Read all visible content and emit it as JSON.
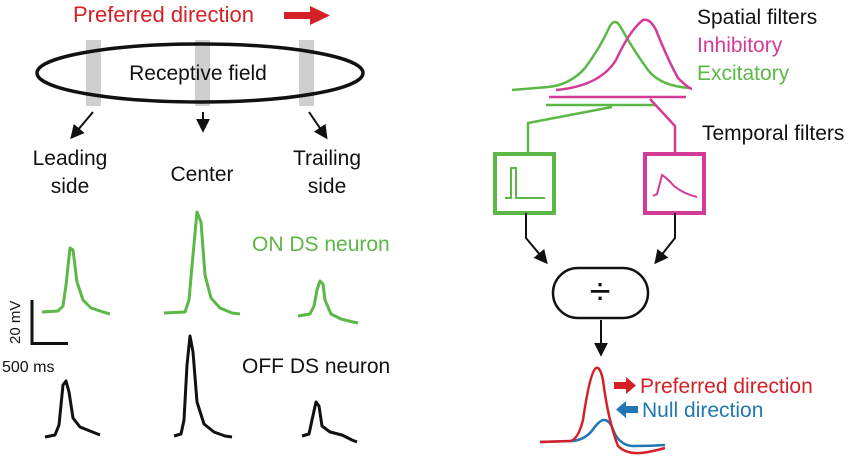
{
  "left": {
    "title": "Preferred direction",
    "rf_label": "Receptive field",
    "positions": {
      "leading_line1": "Leading",
      "leading_line2": "side",
      "center": "Center",
      "trailing_line1": "Trailing",
      "trailing_line2": "side"
    },
    "on_label": "ON DS neuron",
    "off_label": "OFF DS neuron",
    "scale_v": "20 mV",
    "scale_t": "500 ms"
  },
  "right": {
    "spatial_title": "Spatial filters",
    "inhibitory": "Inhibitory",
    "excitatory": "Excitatory",
    "temporal_title": "Temporal filters",
    "divide_symbol": "÷",
    "preferred": "Preferred direction",
    "null": "Null direction"
  },
  "colors": {
    "red": "#d42027",
    "green": "#5cb846",
    "magenta": "#d23c96",
    "blue": "#1f78b4",
    "gray": "#cfcfcf",
    "black": "#111111"
  }
}
